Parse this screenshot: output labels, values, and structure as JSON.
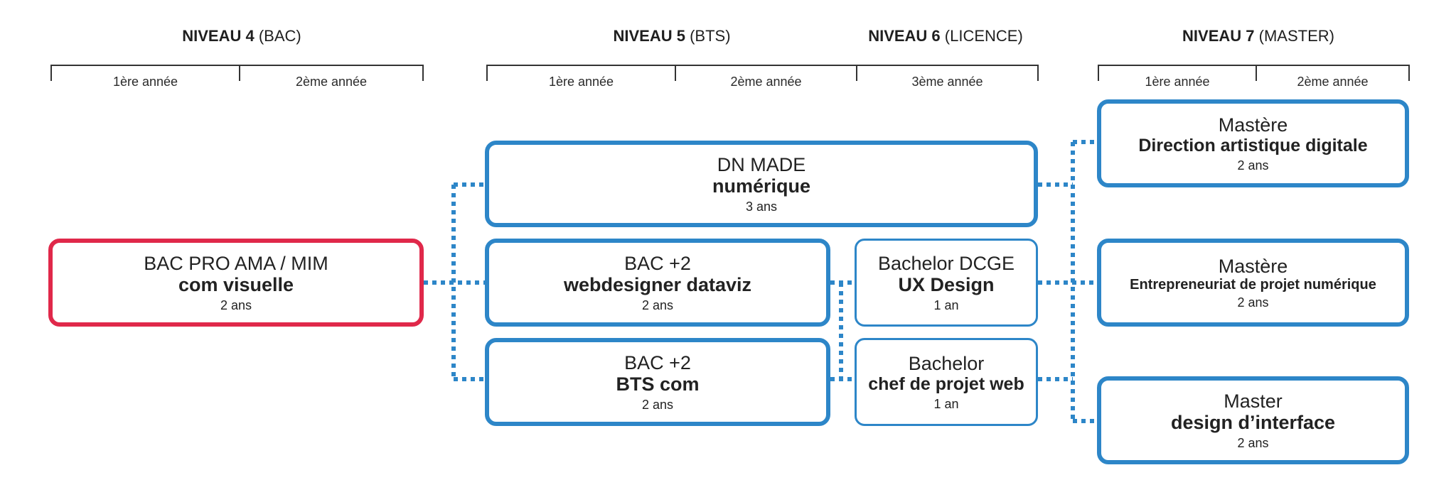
{
  "colors": {
    "blue": "#2d86c8",
    "red": "#e0284a"
  },
  "levels": [
    {
      "bold": "NIVEAU 4",
      "paren": "(BAC)"
    },
    {
      "bold": "NIVEAU 5",
      "paren": "(BTS)"
    },
    {
      "bold": "NIVEAU 6",
      "paren": "(LICENCE)"
    },
    {
      "bold": "NIVEAU 7",
      "paren": "(MASTER)"
    }
  ],
  "years": {
    "n4_y1": "1ère année",
    "n4_y2": "2ème année",
    "n5_y1": "1ère année",
    "n5_y2": "2ème année",
    "n6_y3": "3ème année",
    "n7_y1": "1ère année",
    "n7_y2": "2ème année"
  },
  "boxes": {
    "bac_pro": {
      "line1": "BAC PRO AMA / MIM",
      "line2": "com visuelle",
      "duration": "2 ans"
    },
    "dn_made": {
      "line1": "DN MADE",
      "line2": "numérique",
      "duration": "3 ans"
    },
    "bac2_webdesigner": {
      "line1": "BAC +2",
      "line2": "webdesigner dataviz",
      "duration": "2 ans"
    },
    "bac2_bts": {
      "line1": "BAC +2",
      "line2": "BTS com",
      "duration": "2 ans"
    },
    "bachelor_dcge": {
      "line1": "Bachelor DCGE",
      "line2": "UX Design",
      "duration": "1 an"
    },
    "bachelor_chef": {
      "line1": "Bachelor",
      "line2": "chef de projet web",
      "duration": "1 an"
    },
    "mastere_da": {
      "line1": "Mastère",
      "line2": "Direction artistique digitale",
      "duration": "2 ans"
    },
    "mastere_entre": {
      "line1": "Mastère",
      "line2": "Entrepreneuriat de projet numérique",
      "duration": "2 ans"
    },
    "master_design": {
      "line1": "Master",
      "line2": "design d’interface",
      "duration": "2 ans"
    }
  }
}
